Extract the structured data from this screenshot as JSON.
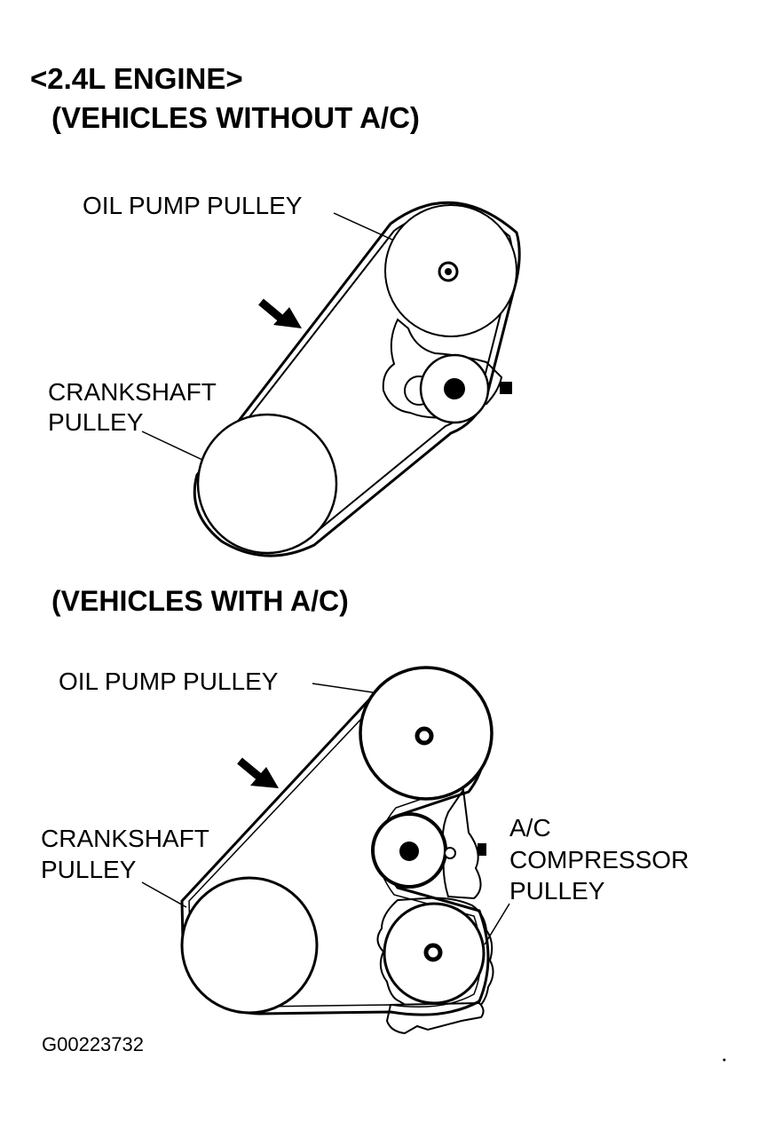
{
  "title": "<2.4L ENGINE>",
  "subtitle_without_ac": "(VEHICLES WITHOUT A/C)",
  "subtitle_with_ac": "(VEHICLES WITH A/C)",
  "diagram_without_ac": {
    "oil_pump_label": "OIL PUMP PULLEY",
    "crankshaft_label_line1": "CRANKSHAFT",
    "crankshaft_label_line2": "PULLEY"
  },
  "diagram_with_ac": {
    "oil_pump_label": "OIL PUMP PULLEY",
    "crankshaft_label_line1": "CRANKSHAFT",
    "crankshaft_label_line2": "PULLEY",
    "ac_label_line1": "A/C",
    "ac_label_line2": "COMPRESSOR",
    "ac_label_line3": "PULLEY"
  },
  "figure_code": "G00223732",
  "colors": {
    "ink": "#000000",
    "paper": "#ffffff"
  }
}
